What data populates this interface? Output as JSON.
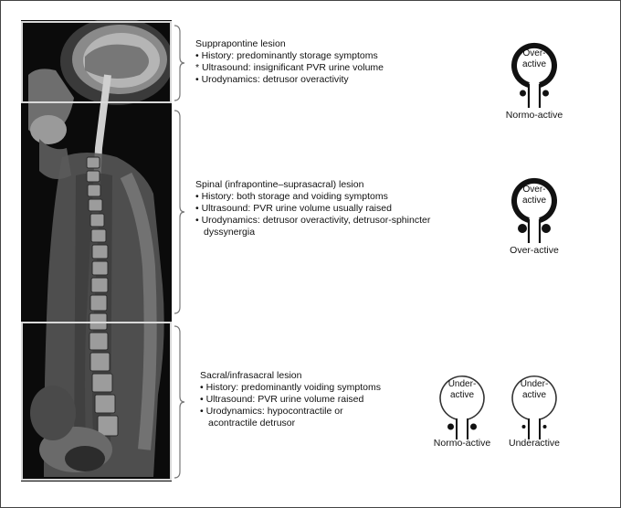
{
  "sections": [
    {
      "title": "Supprapontine lesion",
      "lines": [
        "• History: predominantly storage symptoms",
        "* Ultrasound: insignificant PVR urine volume",
        "• Urodynamics: detrusor overactivity"
      ],
      "bladders": [
        {
          "label_line1": "Over-",
          "label_line2": "active",
          "caption": "Normo-active"
        }
      ]
    },
    {
      "title": "Spinal (infrapontine–suprasacral) lesion",
      "lines": [
        "• History: both storage and voiding symptoms",
        "• Ultrasound: PVR urine volume usually raised",
        "• Urodynamics: detrusor overactivity, detrusor-sphincter"
      ],
      "line_continuation": "dyssynergia",
      "bladders": [
        {
          "label_line1": "Over-",
          "label_line2": "active",
          "caption": "Over-active"
        }
      ]
    },
    {
      "title": "Sacral/infrasacral lesion",
      "lines": [
        "• History: predominantly voiding symptoms",
        "• Ultrasound: PVR urine volume raised",
        "• Urodynamics: hypocontractile or"
      ],
      "line_continuation": "acontractile detrusor",
      "bladders": [
        {
          "label_line1": "Under-",
          "label_line2": "active",
          "caption": "Normo-active"
        },
        {
          "label_line1": "Under-",
          "label_line2": "active",
          "caption": "Underactive"
        }
      ]
    }
  ],
  "colors": {
    "ink": "#111111",
    "box": "#d9d9d9",
    "bracket": "#777777"
  }
}
